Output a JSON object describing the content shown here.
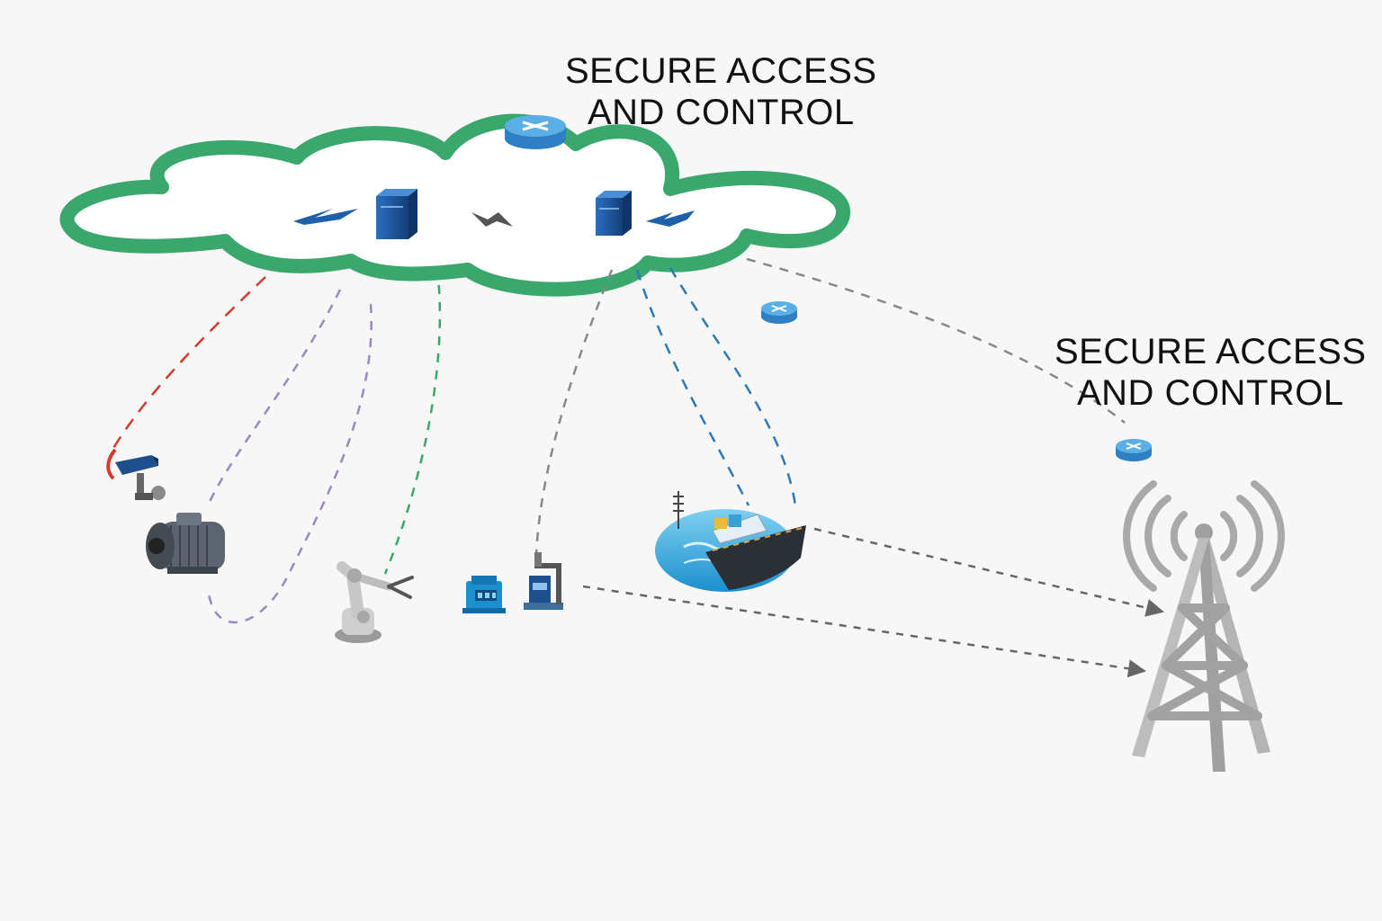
{
  "labels": {
    "cloud": {
      "line1": "SECURE ACCESS",
      "line2": "AND CONTROL"
    },
    "tower": {
      "line1": "SECURE ACCESS",
      "line2": "AND CONTROL"
    }
  },
  "icons": [
    "cloud-network",
    "router-icon",
    "server-icon",
    "wireless-link-icon",
    "security-camera-icon",
    "electric-motor-icon",
    "robot-arm-icon",
    "plc-controller-icon",
    "sensor-device-icon",
    "cargo-ship-icon",
    "cell-tower-icon"
  ],
  "colors": {
    "cloud_outline": "#3aa76d",
    "device_blue": "#1d5fa8",
    "router_blue": "#3c9ad8",
    "link_red": "#d43a2e",
    "link_purple": "#9b87c2",
    "link_green": "#3aa76d",
    "link_blue": "#2a7ab8",
    "link_gray": "#888888",
    "tower_gray": "#a9a9a9"
  }
}
